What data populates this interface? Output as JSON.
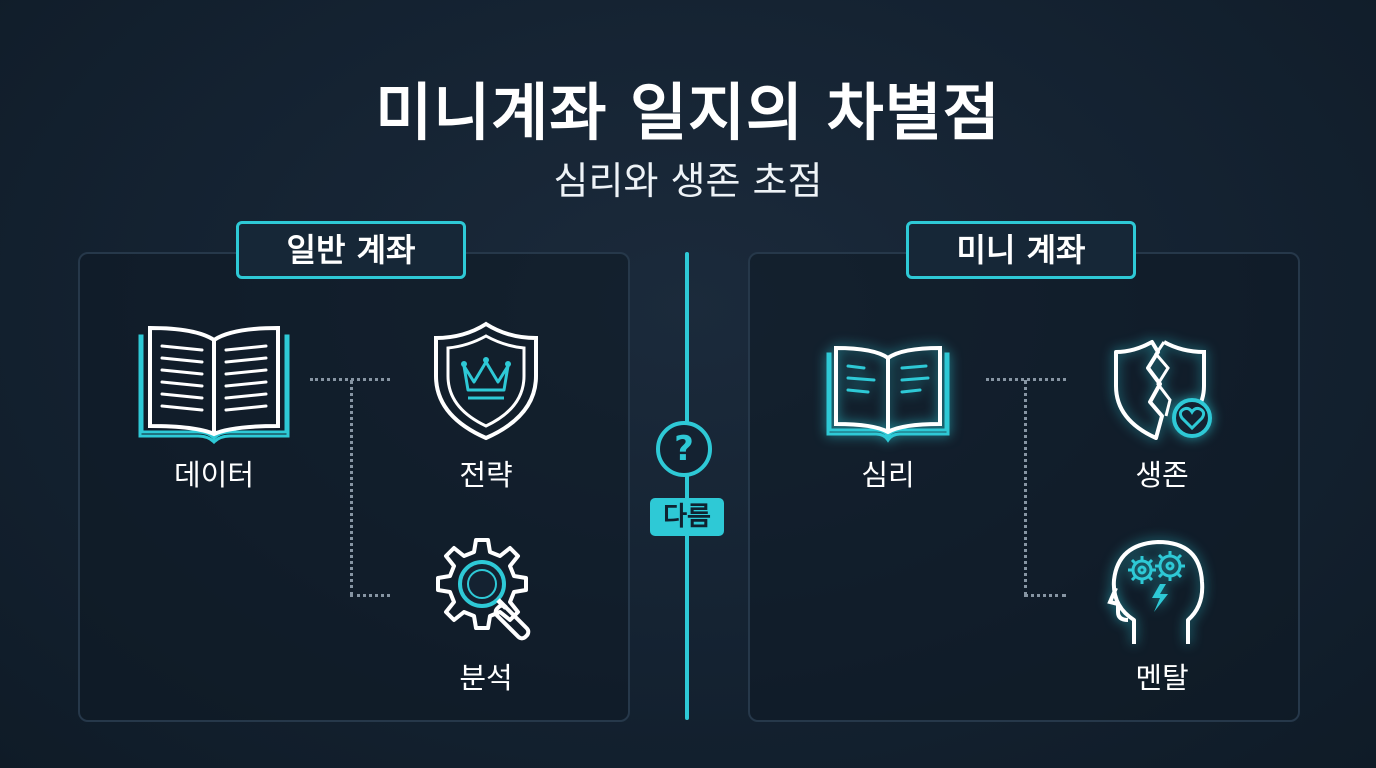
{
  "header": {
    "title": "미니계좌 일지의 차별점",
    "subtitle": "심리와 생존 초점"
  },
  "left_panel": {
    "tag": "일반 계좌",
    "items": [
      {
        "label": "데이터",
        "icon": "book-icon"
      },
      {
        "label": "전략",
        "icon": "shield-crown-icon"
      },
      {
        "label": "분석",
        "icon": "gear-magnifier-icon"
      }
    ]
  },
  "right_panel": {
    "tag": "미니 계좌",
    "items": [
      {
        "label": "심리",
        "icon": "book-glow-icon"
      },
      {
        "label": "생존",
        "icon": "broken-shield-heart-icon"
      },
      {
        "label": "멘탈",
        "icon": "head-gears-icon"
      }
    ]
  },
  "divider": {
    "question": "?",
    "badge": "다름"
  },
  "colors": {
    "accent": "#2ec9d6",
    "background": "#142231",
    "line": "#ffffff"
  }
}
